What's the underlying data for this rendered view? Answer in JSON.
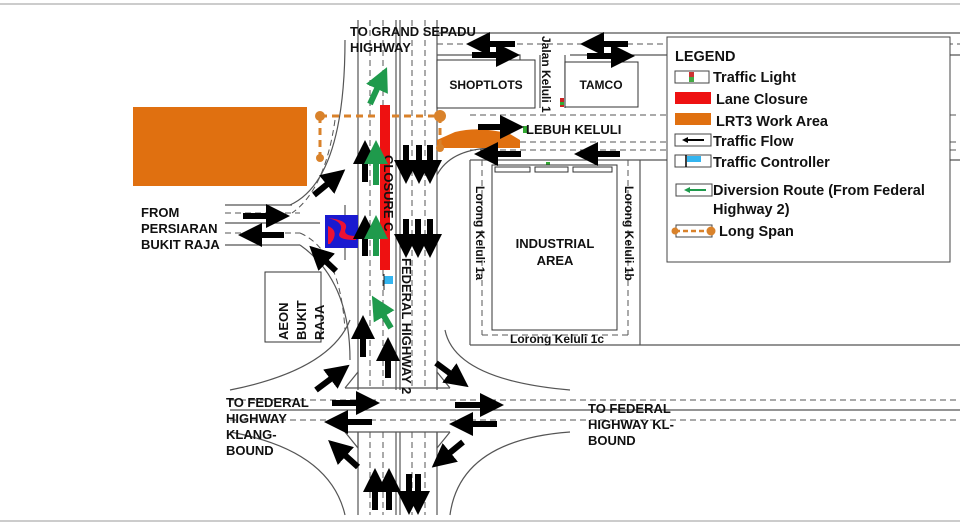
{
  "labels": {
    "grand_sepadu": [
      "TO GRAND SEPADU",
      "HIGHWAY"
    ],
    "persiaran": [
      "FROM",
      "PERSIARAN",
      "BUKIT RAJA"
    ],
    "klang_bound": [
      "TO FEDERAL",
      "HIGHWAY",
      "KLANG-",
      "BOUND"
    ],
    "kl_bound": [
      "TO FEDERAL",
      "HIGHWAY KL-",
      "BOUND"
    ],
    "shoplots": "SHOPTLOTS",
    "tamco": "TAMCO",
    "jalan_keluli": "Jalan Keluli 1",
    "lebuh_keluli": "LEBUH KELULI",
    "industrial": [
      "INDUSTRIAL",
      "AREA"
    ],
    "lorong_1a": "Lorong Keluli 1a",
    "lorong_1b": "Lorong Keluli 1b",
    "lorong_1c": "Lorong Keluli 1c",
    "aeon": [
      "AEON",
      "BUKIT",
      "RAJA"
    ],
    "closure": "CLOSURE C",
    "federal_highway": "FEDERAL HIGHWAY 2"
  },
  "legend": {
    "title": "LEGEND",
    "items": [
      {
        "icon": "traffic-light-icon",
        "label": "Traffic Light"
      },
      {
        "icon": "lane-closure-swatch",
        "label": "Lane Closure",
        "color": "#ee1111"
      },
      {
        "icon": "lrt3-work-area-swatch",
        "label": "LRT3 Work Area",
        "color": "#e07010"
      },
      {
        "icon": "traffic-flow-arrow-icon",
        "label": "Traffic Flow"
      },
      {
        "icon": "traffic-controller-flag-icon",
        "label": "Traffic Controller",
        "color": "#33b5f0"
      },
      {
        "icon": "diversion-route-arrow-icon",
        "label": "Diversion Route (From Federal",
        "label2": "Highway 2)",
        "color": "#1f9a4c"
      },
      {
        "icon": "long-span-icon",
        "label": "Long Span",
        "color": "#d9822b"
      }
    ]
  },
  "colors": {
    "closure": "#ee1111",
    "work_area": "#e07010",
    "diversion": "#1f9a4c",
    "controller": "#33b5f0",
    "long_span": "#d9822b"
  }
}
